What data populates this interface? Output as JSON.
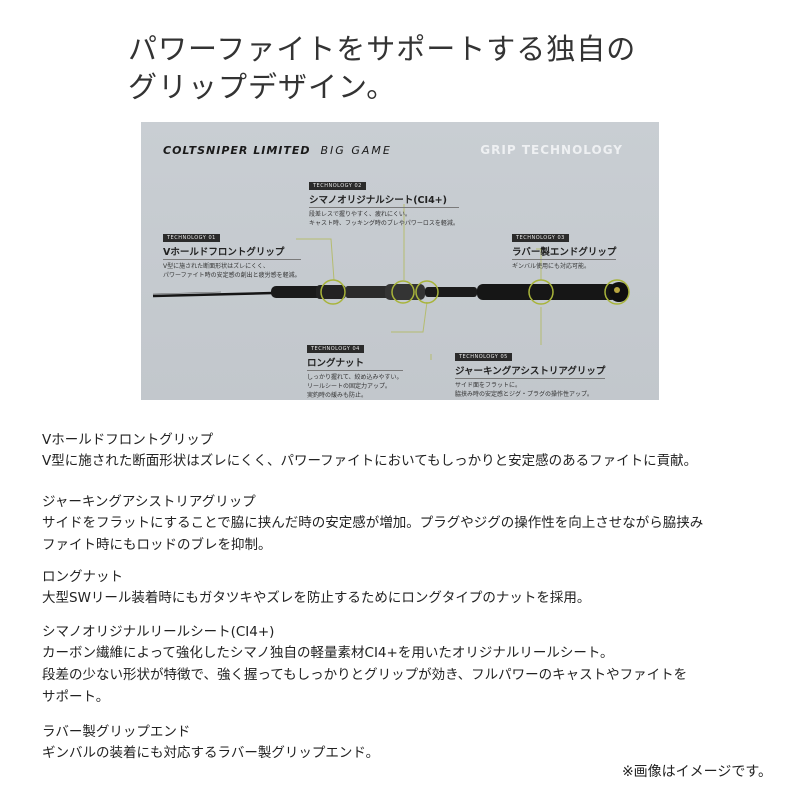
{
  "headline": {
    "line1": "パワーファイトをサポートする独自の",
    "line2": "グリップデザイン。"
  },
  "diagram": {
    "brand": "COLTSNIPER LIMITED",
    "brand_sub": "BIG GAME",
    "section_label": "GRIP TECHNOLOGY",
    "callouts": [
      {
        "tag": "TECHNOLOGY 01",
        "title": "Vホールドフロントグリップ",
        "desc": [
          "V型に施された断面形状はズレにくく、",
          "パワーファイト時の安定感の創出と疲労感を軽減。"
        ]
      },
      {
        "tag": "TECHNOLOGY 02",
        "title": "シマノオリジナルシート(CI4+)",
        "desc": [
          "段差レスで握りやすく、疲れにくい。",
          "キャスト時、フッキング時のブレやパワーロスを軽減。"
        ]
      },
      {
        "tag": "TECHNOLOGY 03",
        "title": "ラバー製エンドグリップ",
        "desc": [
          "ギンバル使用にも対応可能。"
        ]
      },
      {
        "tag": "TECHNOLOGY 04",
        "title": "ロングナット",
        "desc": [
          "しっかり握れて、絞め込みやすい。",
          "リールシートの固定力アップ。",
          "実釣時の緩みも防止。"
        ]
      },
      {
        "tag": "TECHNOLOGY 05",
        "title": "ジャーキングアシストリアグリップ",
        "desc": [
          "サイド面をフラットに。",
          "脇挟み時の安定感とジグ・プラグの操作性アップ。"
        ]
      }
    ],
    "colors": {
      "panel": "#c6cbd0",
      "ring": "#a8b43a",
      "rod": "#151515"
    }
  },
  "sections": [
    {
      "title": "Vホールドフロントグリップ",
      "body": [
        "V型に施された断面形状はズレにくく、パワーファイトにおいてもしっかりと安定感のあるファイトに貢献。"
      ]
    },
    {
      "title": "ジャーキングアシストリアグリップ",
      "body": [
        "サイドをフラットにすることで脇に挟んだ時の安定感が増加。プラグやジグの操作性を向上させながら脇挟み",
        "ファイト時にもロッドのブレを抑制。"
      ]
    },
    {
      "title": "ロングナット",
      "body": [
        "大型SWリール装着時にもガタツキやズレを防止するためにロングタイプのナットを採用。"
      ]
    },
    {
      "title": "シマノオリジナルリールシート(CI4+)",
      "body": [
        "カーボン繊維によって強化したシマノ独自の軽量素材CI4+を用いたオリジナルリールシート。",
        "段差の少ない形状が特徴で、強く握ってもしっかりとグリップが効き、フルパワーのキャストやファイトを",
        "サポート。"
      ]
    },
    {
      "title": "ラバー製グリップエンド",
      "body": [
        "ギンバルの装着にも対応するラバー製グリップエンド。"
      ]
    }
  ],
  "note": "※画像はイメージです。"
}
